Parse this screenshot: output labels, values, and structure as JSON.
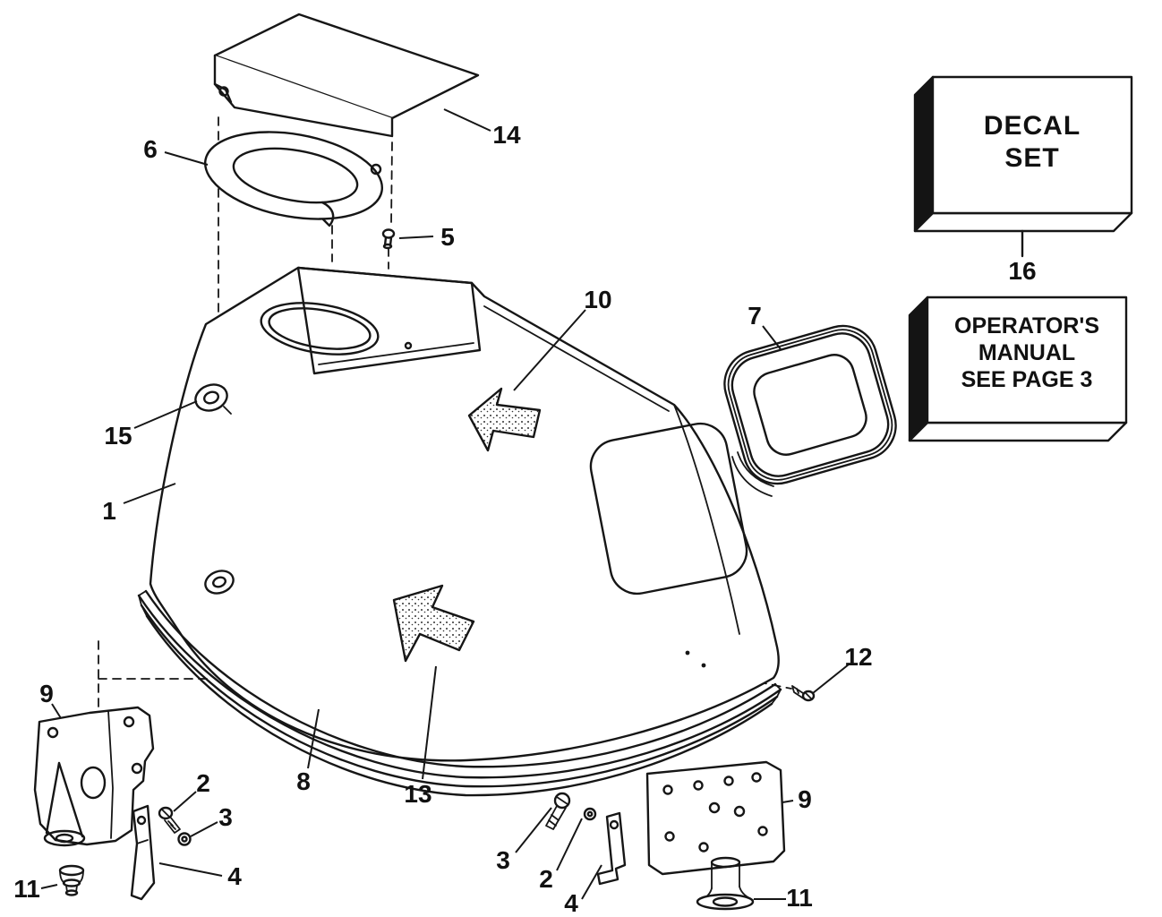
{
  "palette": {
    "ink": "#161616",
    "paper": "#ffffff"
  },
  "callouts": [
    "14",
    "6",
    "5",
    "10",
    "7",
    "15",
    "1",
    "16",
    "9",
    "2",
    "3",
    "8",
    "13",
    "4",
    "11",
    "3",
    "2",
    "4",
    "9",
    "12",
    "11"
  ],
  "boxes": {
    "decal_set": {
      "lines": [
        "DECAL",
        "SET"
      ]
    },
    "operators_manual": {
      "lines": [
        "OPERATOR'S",
        "MANUAL",
        "SEE PAGE 3"
      ]
    }
  }
}
